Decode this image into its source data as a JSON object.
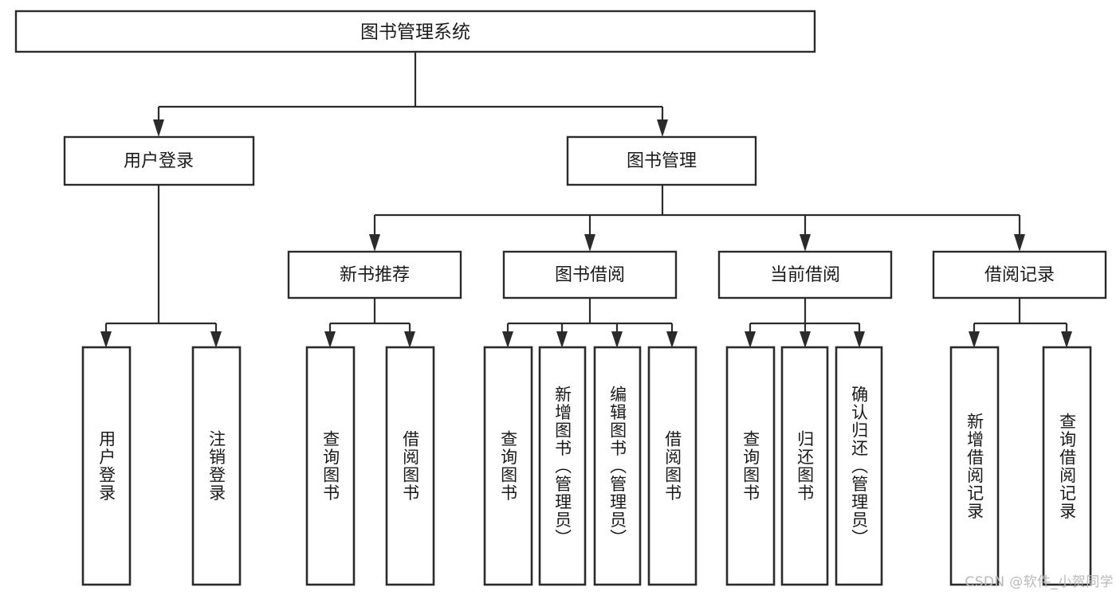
{
  "diagram": {
    "title": "图书管理系统",
    "type": "tree-hierarchy",
    "watermark": "CSDN @软件_小贺同学",
    "colors": {
      "background": "#ffffff",
      "box_stroke": "#2b2b2b",
      "box_fill": "#ffffff",
      "text": "#1a1a1a",
      "connector": "#2b2b2b",
      "watermark": "#b9b9b9"
    },
    "root": {
      "id": "root",
      "label": "图书管理系统"
    },
    "level2": [
      {
        "id": "user-login",
        "label": "用户登录"
      },
      {
        "id": "book-management",
        "label": "图书管理"
      }
    ],
    "level3": [
      {
        "id": "new-book-recommend",
        "label": "新书推荐",
        "parent": "book-management"
      },
      {
        "id": "book-borrow",
        "label": "图书借阅",
        "parent": "book-management"
      },
      {
        "id": "current-borrow",
        "label": "当前借阅",
        "parent": "book-management"
      },
      {
        "id": "borrow-record",
        "label": "借阅记录",
        "parent": "book-management"
      }
    ],
    "leaves": [
      {
        "id": "leaf-user-login",
        "label": "用户登录",
        "parent": "user-login"
      },
      {
        "id": "leaf-logout-login",
        "label": "注销登录",
        "parent": "user-login"
      },
      {
        "id": "leaf-query-book-1",
        "label": "查询图书",
        "parent": "new-book-recommend"
      },
      {
        "id": "leaf-borrow-book-1",
        "label": "借阅图书",
        "parent": "new-book-recommend"
      },
      {
        "id": "leaf-query-book-2",
        "label": "查询图书",
        "parent": "book-borrow"
      },
      {
        "id": "leaf-add-book",
        "label": "新增图书（管理员）",
        "parent": "book-borrow"
      },
      {
        "id": "leaf-edit-book",
        "label": "编辑图书（管理员）",
        "parent": "book-borrow"
      },
      {
        "id": "leaf-borrow-book-2",
        "label": "借阅图书",
        "parent": "book-borrow"
      },
      {
        "id": "leaf-query-book-3",
        "label": "查询图书",
        "parent": "current-borrow"
      },
      {
        "id": "leaf-return-book",
        "label": "归还图书",
        "parent": "current-borrow"
      },
      {
        "id": "leaf-confirm-return",
        "label": "确认归还（管理员）",
        "parent": "current-borrow"
      },
      {
        "id": "leaf-add-record",
        "label": "新增借阅记录",
        "parent": "borrow-record"
      },
      {
        "id": "leaf-query-record",
        "label": "查询借阅记录",
        "parent": "borrow-record"
      }
    ]
  }
}
